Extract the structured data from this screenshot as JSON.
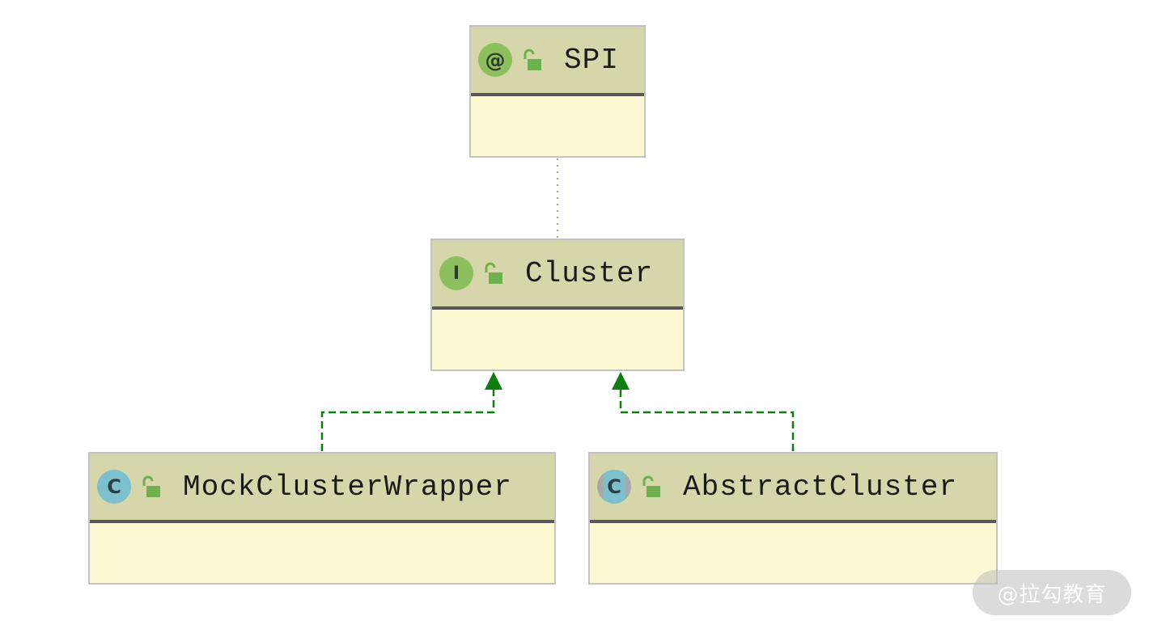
{
  "diagram": {
    "nodes": [
      {
        "id": "spi",
        "title": "SPI",
        "kind": "annotation",
        "kind_glyph": "@",
        "kind_icon": "annotation-icon",
        "visibility_icon": "unlocked-padlock-icon"
      },
      {
        "id": "cluster",
        "title": "Cluster",
        "kind": "interface",
        "kind_glyph": "I",
        "kind_icon": "interface-icon",
        "visibility_icon": "unlocked-padlock-icon"
      },
      {
        "id": "mock",
        "title": "MockClusterWrapper",
        "kind": "class",
        "kind_glyph": "C",
        "kind_icon": "class-icon",
        "visibility_icon": "unlocked-padlock-icon"
      },
      {
        "id": "abstract",
        "title": "AbstractCluster",
        "kind": "abstract-class",
        "kind_glyph": "C",
        "kind_icon": "abstract-class-icon",
        "visibility_icon": "unlocked-padlock-icon"
      }
    ],
    "edges": [
      {
        "from": "spi",
        "to": "cluster",
        "type": "annotation-link",
        "style": "dotted",
        "color": "#a3a36a"
      },
      {
        "from": "mock",
        "to": "cluster",
        "type": "implements",
        "style": "dashed",
        "color": "#0c7f0c"
      },
      {
        "from": "abstract",
        "to": "cluster",
        "type": "implements",
        "style": "dashed",
        "color": "#0c7f0c"
      }
    ]
  },
  "colors": {
    "header": "#d6d6ab",
    "body": "#fbf9d2",
    "separator": "#585858",
    "implements_edge": "#0c7f0c",
    "annotation_icon": "#8dbf5e",
    "interface_icon": "#8dbf5e",
    "class_icon": "#7bc0cc",
    "abstract_icon_edge": "#a9a9a9",
    "lock": "#6fb04f"
  },
  "watermark": "@拉勾教育"
}
